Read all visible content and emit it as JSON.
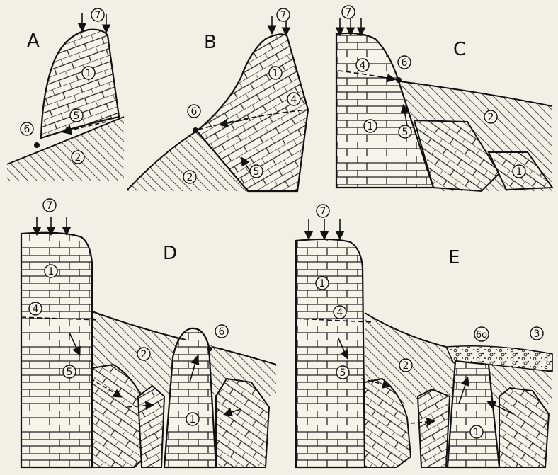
{
  "panels": {
    "A": {
      "letter": "A",
      "labels": {
        "l1": "1",
        "l2": "2",
        "l5": "5",
        "l6": "6",
        "l7": "7"
      }
    },
    "B": {
      "letter": "B",
      "labels": {
        "l1": "1",
        "l2": "2",
        "l4": "4",
        "l5": "5",
        "l6": "6",
        "l7": "7"
      }
    },
    "C": {
      "letter": "C",
      "labels": {
        "l1a": "1",
        "l1b": "1",
        "l2": "2",
        "l4": "4",
        "l5": "5",
        "l6": "6",
        "l7": "7"
      }
    },
    "D": {
      "letter": "D",
      "labels": {
        "l1a": "1",
        "l1b": "1",
        "l2": "2",
        "l4": "4",
        "l5": "5",
        "l6": "6",
        "l7": "7"
      }
    },
    "E": {
      "letter": "E",
      "labels": {
        "l1a": "1",
        "l1b": "1",
        "l2": "2",
        "l3": "3",
        "l4": "4",
        "l5": "5",
        "l6": "6o",
        "l7": "7"
      }
    }
  }
}
